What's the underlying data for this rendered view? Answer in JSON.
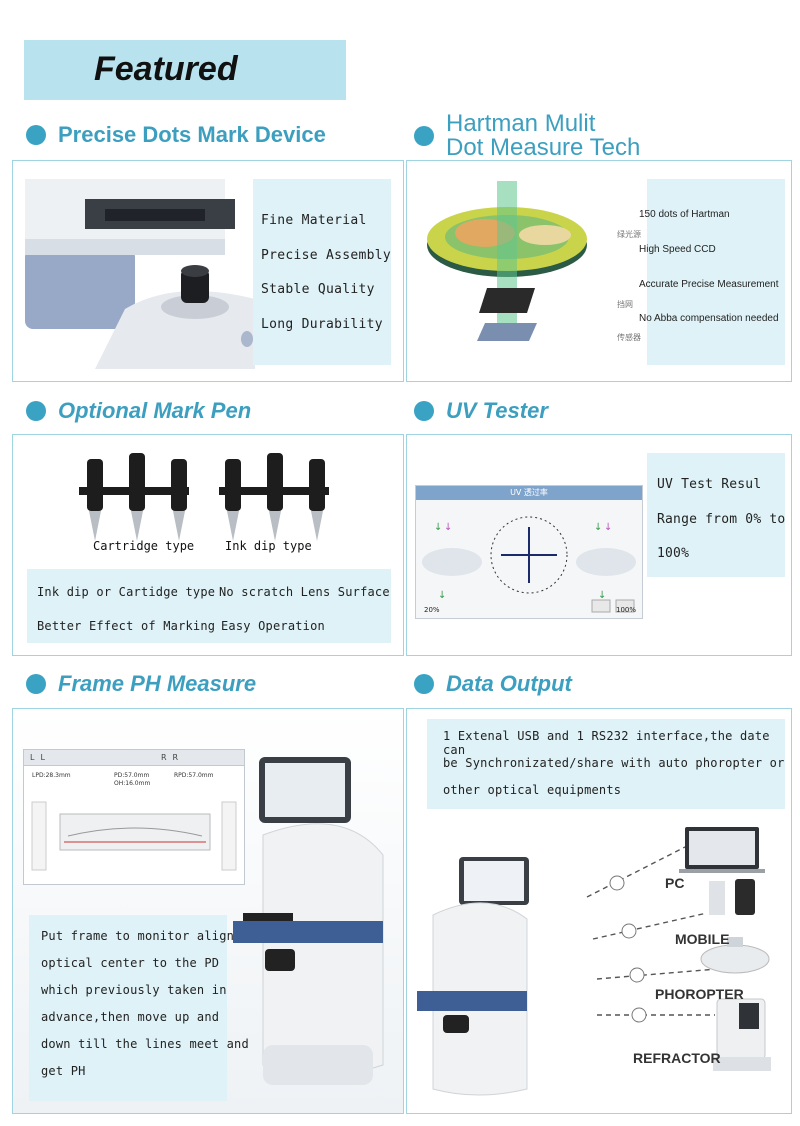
{
  "header": {
    "title": "Featured"
  },
  "sections": {
    "dots": {
      "title": "Precise Dots Mark Device",
      "features": [
        "Fine Material",
        "Precise Assembly",
        "Stable Quality",
        "Long Durability"
      ]
    },
    "hartman": {
      "title_line1": "Hartman Mulit",
      "title_line2": "Dot Measure Tech",
      "labels": [
        "150 dots of Hartman",
        "High Speed CCD",
        "Accurate Precise Measurement",
        "No Abba compensation needed"
      ],
      "cn_labels": [
        "绿光源",
        "挡网",
        "传感器"
      ]
    },
    "pen": {
      "title": "Optional Mark Pen",
      "caption_left": "Cartridge type",
      "caption_right": "Ink dip type",
      "features": [
        "Ink dip or Cartidge type",
        "No scratch Lens Surface",
        "Better Effect of Marking",
        "Easy Operation"
      ]
    },
    "uv": {
      "title": "UV Tester",
      "lines": [
        "UV Test Resul",
        "Range from 0% to",
        "100%"
      ],
      "screen_title": "UV 透过率",
      "left_pct": "20%",
      "right_pct": "100%"
    },
    "frame": {
      "title": "Frame PH Measure",
      "screen_readout": {
        "lpd": "LPD:28.3mm",
        "pd": "PD:57.0mm",
        "oh": "OH:16.0mm",
        "rpd": "RPD:57.0mm"
      },
      "screen_buttons": [
        "L",
        "L",
        "R",
        "R"
      ],
      "description": [
        "Put frame to monitor align",
        "optical center to the PD",
        "which previously taken in",
        "advance,then move up and",
        "down till the lines meet and",
        "get PH"
      ]
    },
    "output": {
      "title": "Data Output",
      "description": [
        "1 Extenal USB and 1 RS232 interface,the date can",
        "be Synchronizated/share with auto phoropter or",
        "other optical equipments"
      ],
      "devices": [
        "PC",
        "MOBILE",
        "PHOROPTER",
        "REFRACTOR"
      ]
    }
  },
  "colors": {
    "accent": "#3aa3c4",
    "light_panel": "#dff2f7",
    "hero": "#b8e3ee",
    "border": "#9fd4e2"
  }
}
